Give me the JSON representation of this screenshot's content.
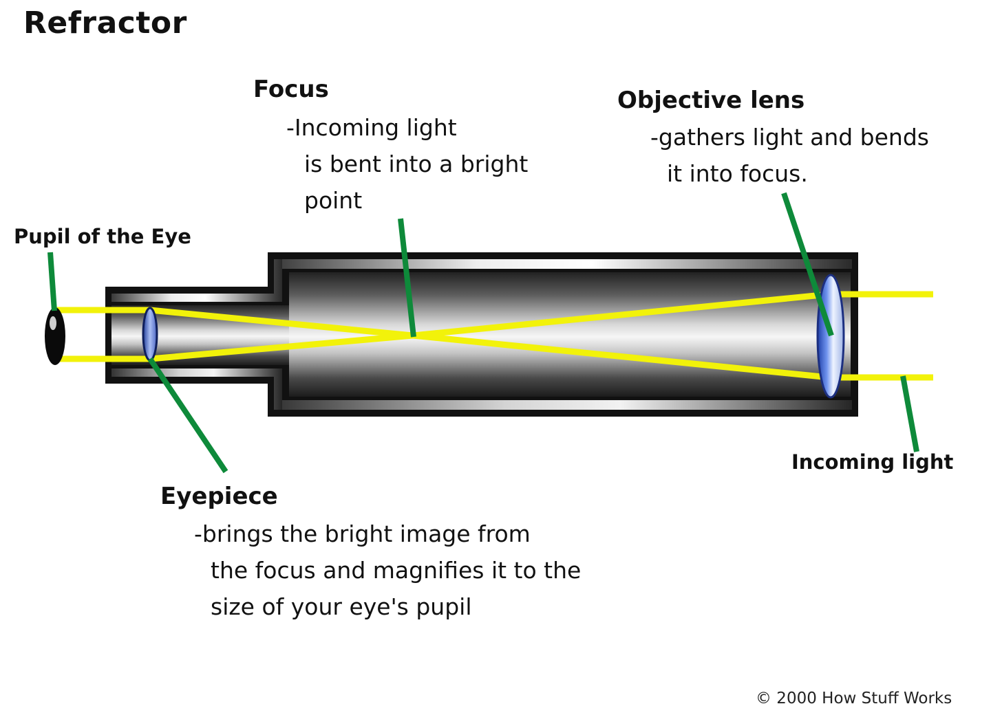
{
  "title": "Refractor",
  "labels": {
    "focus": {
      "heading": "Focus",
      "lines": [
        "-Incoming light",
        "is bent into a bright",
        "point"
      ]
    },
    "objective": {
      "heading": "Objective lens",
      "lines": [
        "-gathers light and bends",
        "it into focus."
      ]
    },
    "pupil": {
      "heading": "Pupil of the Eye"
    },
    "eyepiece": {
      "heading": "Eyepiece",
      "lines": [
        "-brings the bright image from",
        "the focus and magnifies it to the",
        "size of your eye's pupil"
      ]
    },
    "incoming": {
      "heading": "Incoming light"
    }
  },
  "copyright": "© 2000 How Stuff Works",
  "colors": {
    "light_ray": "#f2f20a",
    "leader_line": "#0e8a3a",
    "tube": "#111111",
    "lens": "#5a7fe0"
  }
}
